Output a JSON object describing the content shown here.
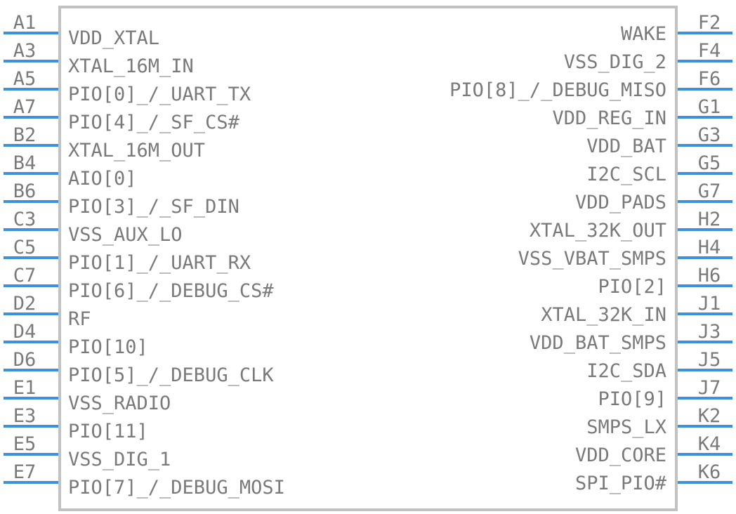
{
  "component": {
    "left_pins": [
      {
        "num": "A1",
        "name": "VDD_XTAL"
      },
      {
        "num": "A3",
        "name": "XTAL_16M_IN"
      },
      {
        "num": "A5",
        "name": "PIO[0]_/_UART_TX"
      },
      {
        "num": "A7",
        "name": "PIO[4]_/_SF_CS#"
      },
      {
        "num": "B2",
        "name": "XTAL_16M_OUT"
      },
      {
        "num": "B4",
        "name": "AIO[0]"
      },
      {
        "num": "B6",
        "name": "PIO[3]_/_SF_DIN"
      },
      {
        "num": "C3",
        "name": "VSS_AUX_LO"
      },
      {
        "num": "C5",
        "name": "PIO[1]_/_UART_RX"
      },
      {
        "num": "C7",
        "name": "PIO[6]_/_DEBUG_CS#"
      },
      {
        "num": "D2",
        "name": "RF"
      },
      {
        "num": "D4",
        "name": "PIO[10]"
      },
      {
        "num": "D6",
        "name": "PIO[5]_/_DEBUG_CLK"
      },
      {
        "num": "E1",
        "name": "VSS_RADIO"
      },
      {
        "num": "E3",
        "name": "PIO[11]"
      },
      {
        "num": "E5",
        "name": "VSS_DIG_1"
      },
      {
        "num": "E7",
        "name": "PIO[7]_/_DEBUG_MOSI"
      }
    ],
    "right_pins": [
      {
        "num": "F2",
        "name": "WAKE"
      },
      {
        "num": "F4",
        "name": "VSS_DIG_2"
      },
      {
        "num": "F6",
        "name": "PIO[8]_/_DEBUG_MISO"
      },
      {
        "num": "G1",
        "name": "VDD_REG_IN"
      },
      {
        "num": "G3",
        "name": "VDD_BAT"
      },
      {
        "num": "G5",
        "name": "I2C_SCL"
      },
      {
        "num": "G7",
        "name": "VDD_PADS"
      },
      {
        "num": "H2",
        "name": "XTAL_32K_OUT"
      },
      {
        "num": "H4",
        "name": "VSS_VBAT_SMPS"
      },
      {
        "num": "H6",
        "name": "PIO[2]"
      },
      {
        "num": "J1",
        "name": "XTAL_32K_IN"
      },
      {
        "num": "J3",
        "name": "VDD_BAT_SMPS"
      },
      {
        "num": "J5",
        "name": "I2C_SDA"
      },
      {
        "num": "J7",
        "name": "PIO[9]"
      },
      {
        "num": "K2",
        "name": "SMPS_LX"
      },
      {
        "num": "K4",
        "name": "VDD_CORE"
      },
      {
        "num": "K6",
        "name": "SPI_PIO#"
      }
    ]
  },
  "colors": {
    "pin_line": "#3d8fe0",
    "text": "#7a7a7a",
    "body_outline": "#c2c2c2"
  }
}
